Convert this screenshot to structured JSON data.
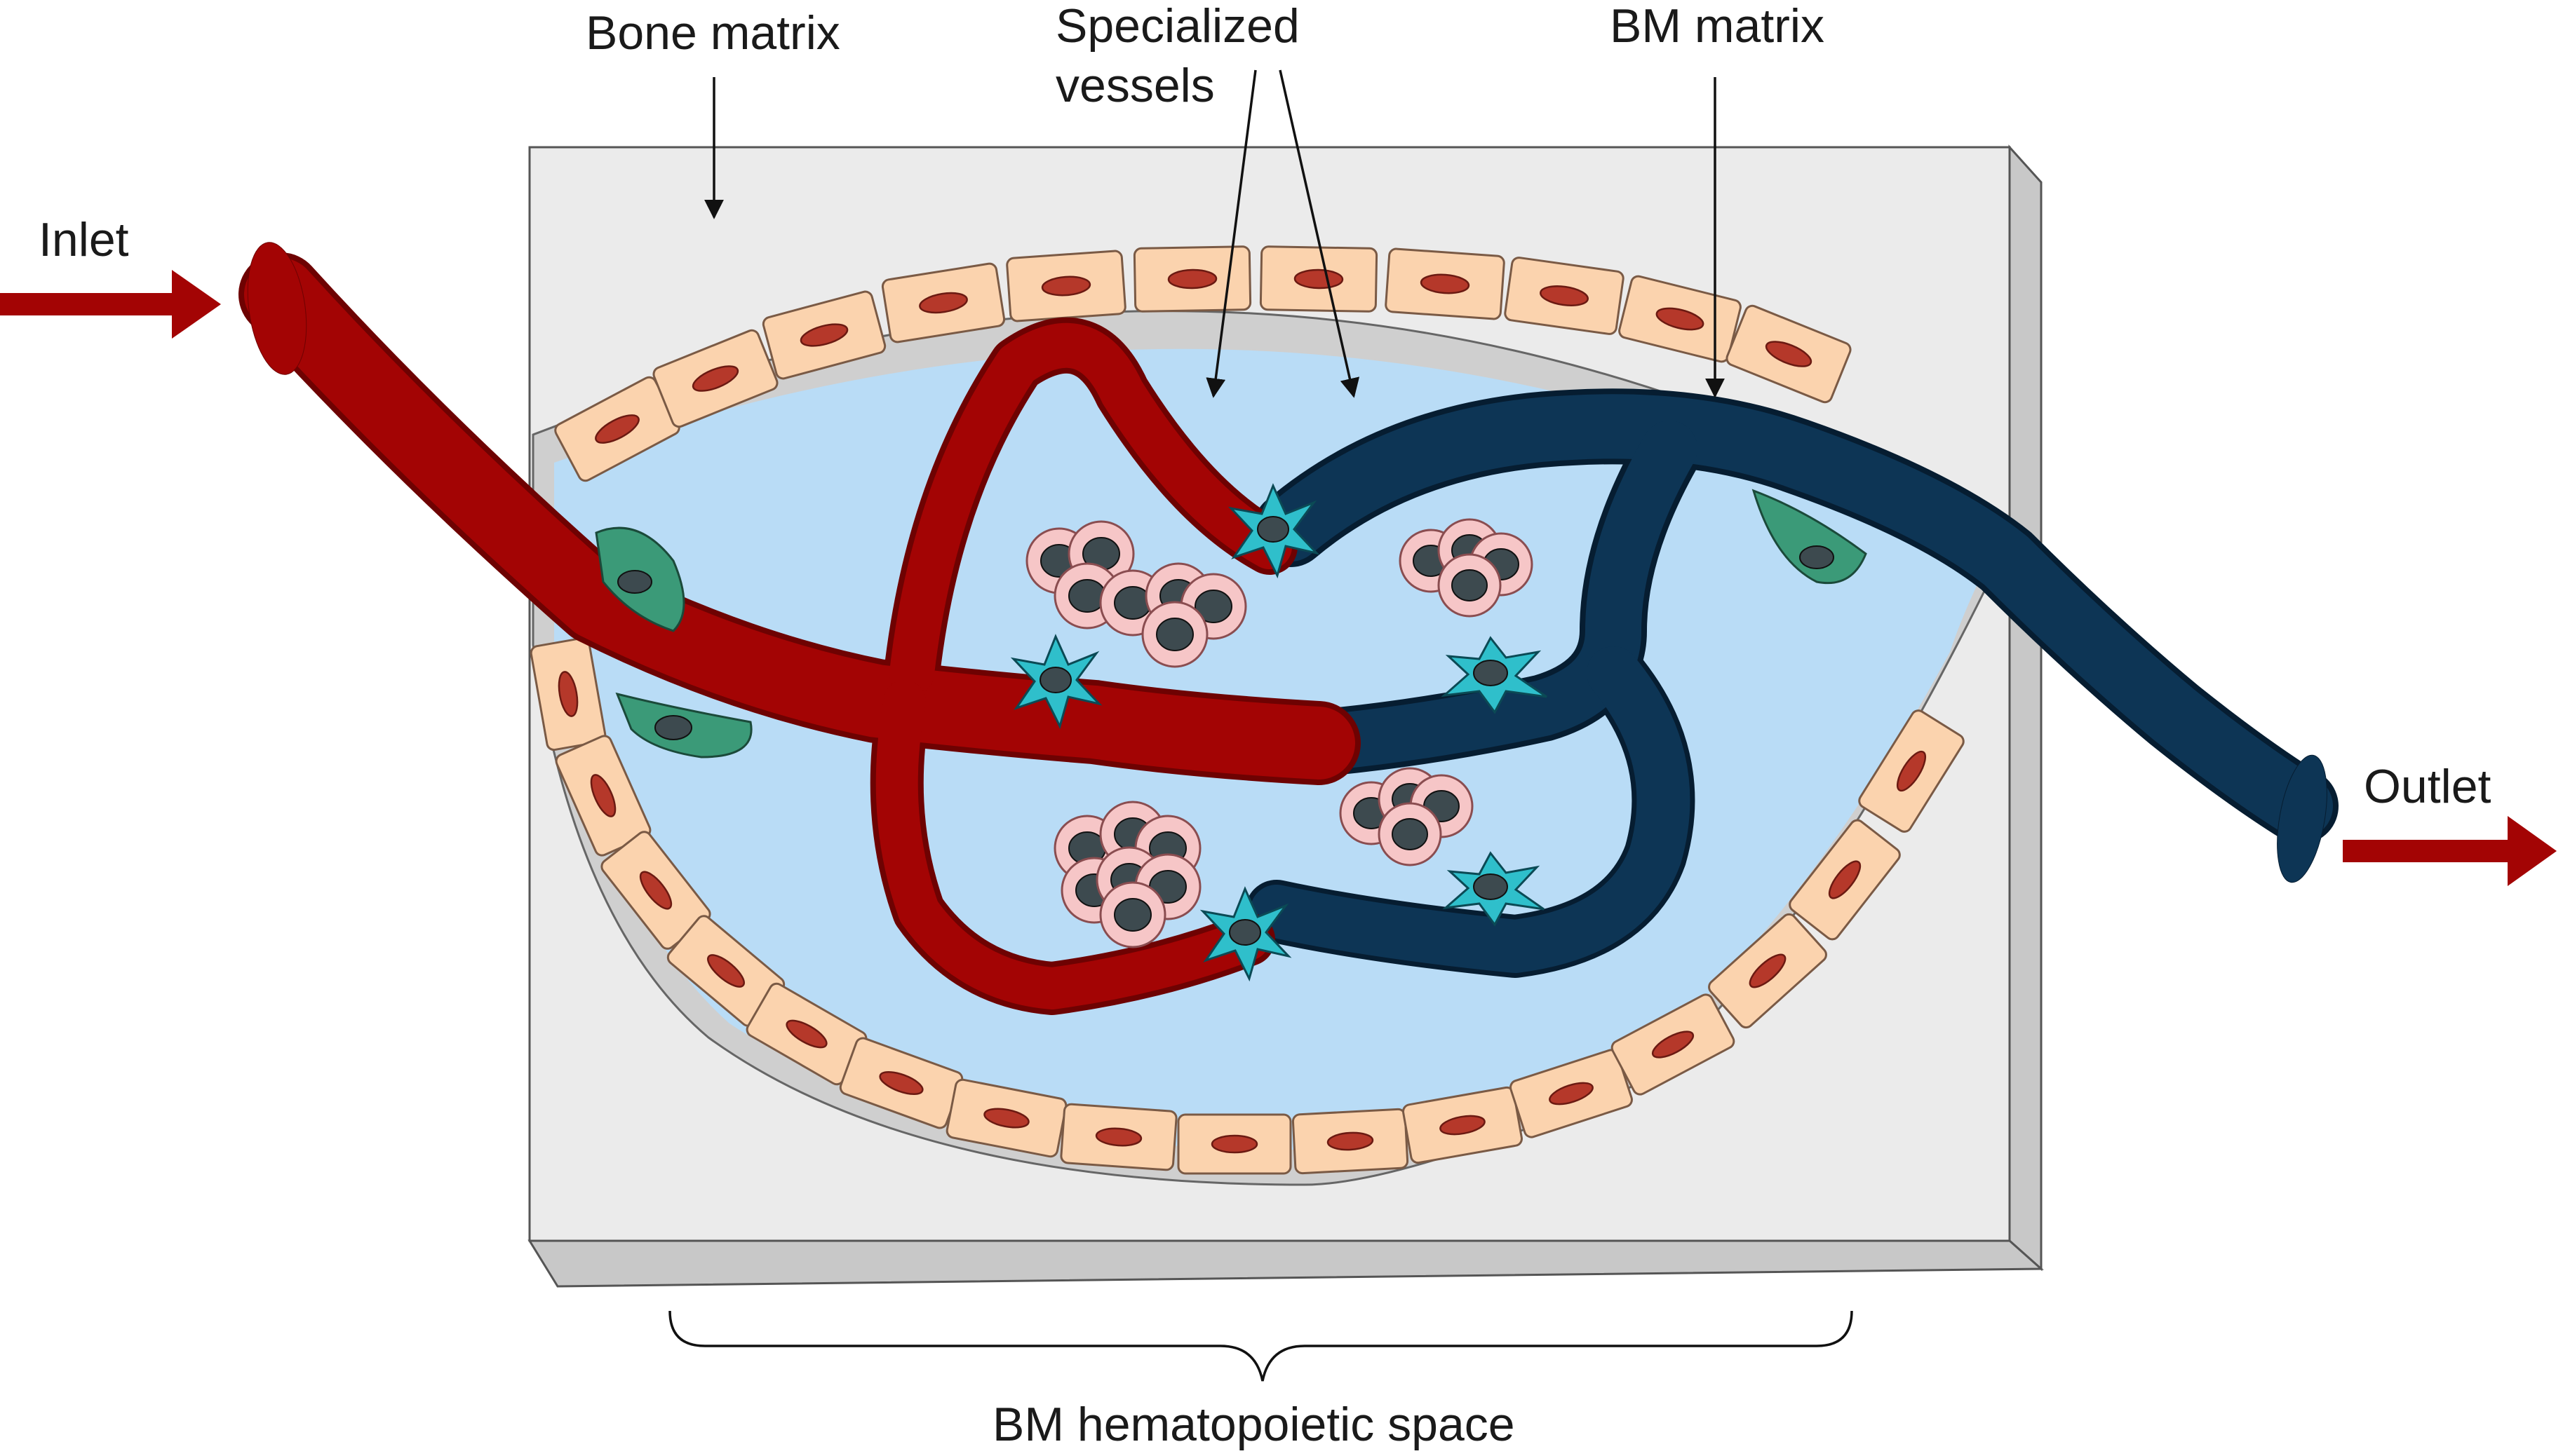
{
  "labels": {
    "inlet": "Inlet",
    "outlet": "Outlet",
    "bone_matrix": "Bone matrix",
    "specialized_line1": "Specialized",
    "specialized_line2": "vessels",
    "bm_matrix": "BM matrix",
    "hematopoietic_space": "BM hematopoietic space"
  },
  "colors": {
    "arterial": "#a30404",
    "arterial_dark": "#6e0202",
    "venous": "#0d3555",
    "venous_dark": "#061d31",
    "marrow_fluid": "#b9dcf6",
    "bone_block": "#ebebeb",
    "lining_cell": "#fbd3ae",
    "stromal_cell": "#2fbfcb",
    "hematopoietic_cluster": "#f6c6c7",
    "perivascular_cell": "#3b9a78"
  }
}
